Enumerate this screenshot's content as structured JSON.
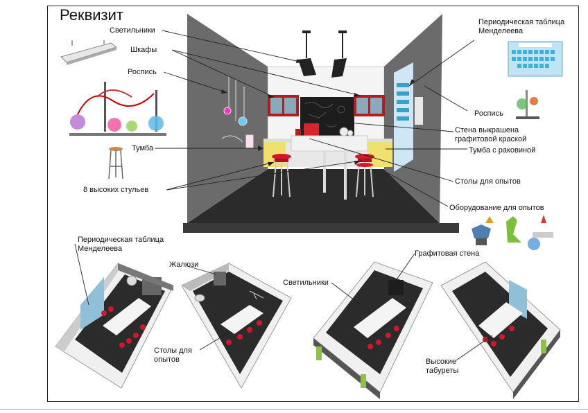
{
  "title": "Реквизит",
  "callouts": {
    "lights": "Светильники",
    "cabinets": "Шкафы",
    "mural_left": "Роспись",
    "cabinet_stand": "Тумба",
    "stools": "8 высоких стульев",
    "periodic_top": "Периодическая таблица Менделеева",
    "mural_right": "Роспись",
    "chalk_wall": "Стена выкрашена графитовой краской",
    "sink_cabinet": "Тумба с раковиной",
    "tables": "Столы для опытов",
    "equipment": "Оборудование для опытов",
    "periodic_bottom": "Периодическая таблица Менделеева",
    "blinds": "Жалюзи",
    "tables_bottom": "Столы для опытов",
    "chalk_wall_bottom": "Графитовая стена",
    "lights_bottom": "Светильники",
    "high_stools": "Высокие табуреты"
  },
  "colors": {
    "wall": "#6b6b6b",
    "floor": "#2b2b2b",
    "cabinet": "#b01e1e",
    "counter": "#f0e070",
    "stool": "#d0182a",
    "chalk": "#1d1d1d",
    "frame_green": "#8fc04a"
  }
}
